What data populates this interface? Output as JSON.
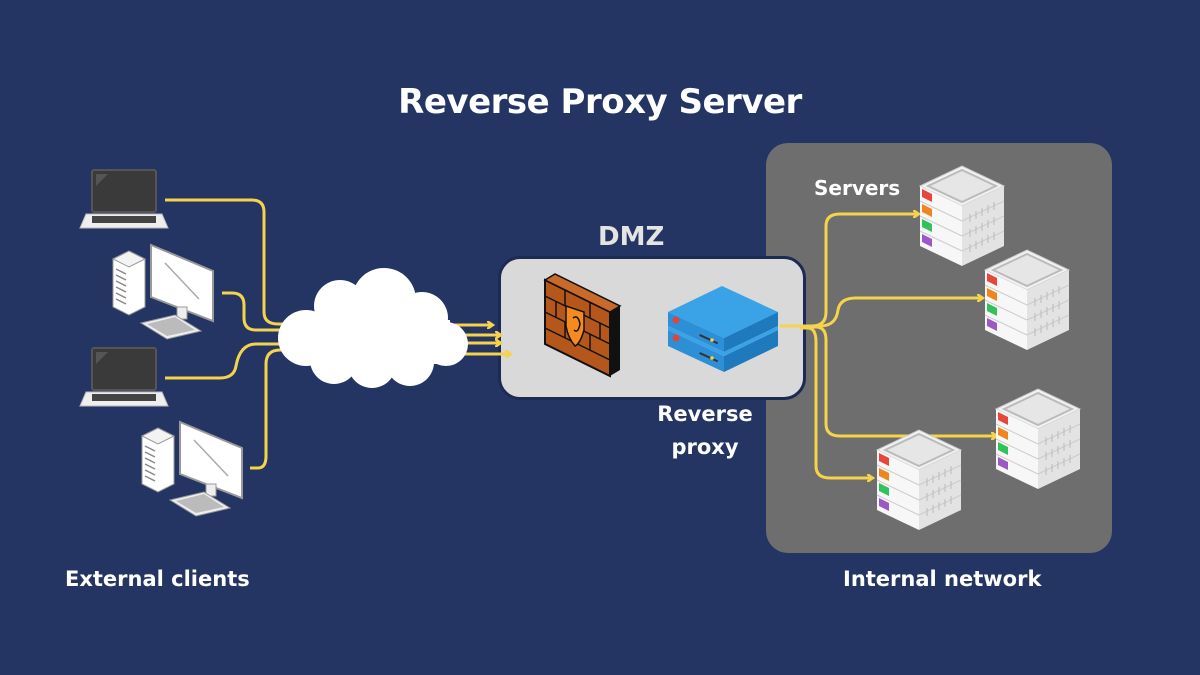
{
  "title": "Reverse Proxy Server",
  "zones": {
    "dmz": {
      "label": "DMZ",
      "fill": "#d9d9d9"
    },
    "internal": {
      "label": "Internal network",
      "fill": "#6e6e6e"
    },
    "external": {
      "label": "External clients"
    }
  },
  "labels": {
    "servers": "Servers",
    "reverse_proxy_line1": "Reverse",
    "reverse_proxy_line2": "proxy"
  },
  "icons": {
    "clients": [
      "laptop-icon",
      "desktop-computer-icon",
      "laptop-icon",
      "desktop-computer-icon"
    ],
    "internet": "cloud-icon",
    "firewall": "firewall-icon",
    "proxy": "proxy-server-icon",
    "servers": [
      "server-rack-icon",
      "server-rack-icon",
      "server-rack-icon",
      "server-rack-icon"
    ]
  },
  "colors": {
    "background": "#243563",
    "connector": "#f5d44c",
    "firewall": "#b5561a",
    "proxy": "#2d8fd6",
    "server_leds": [
      "#e8463c",
      "#f0841e",
      "#33c25a",
      "#9b59c4"
    ]
  }
}
